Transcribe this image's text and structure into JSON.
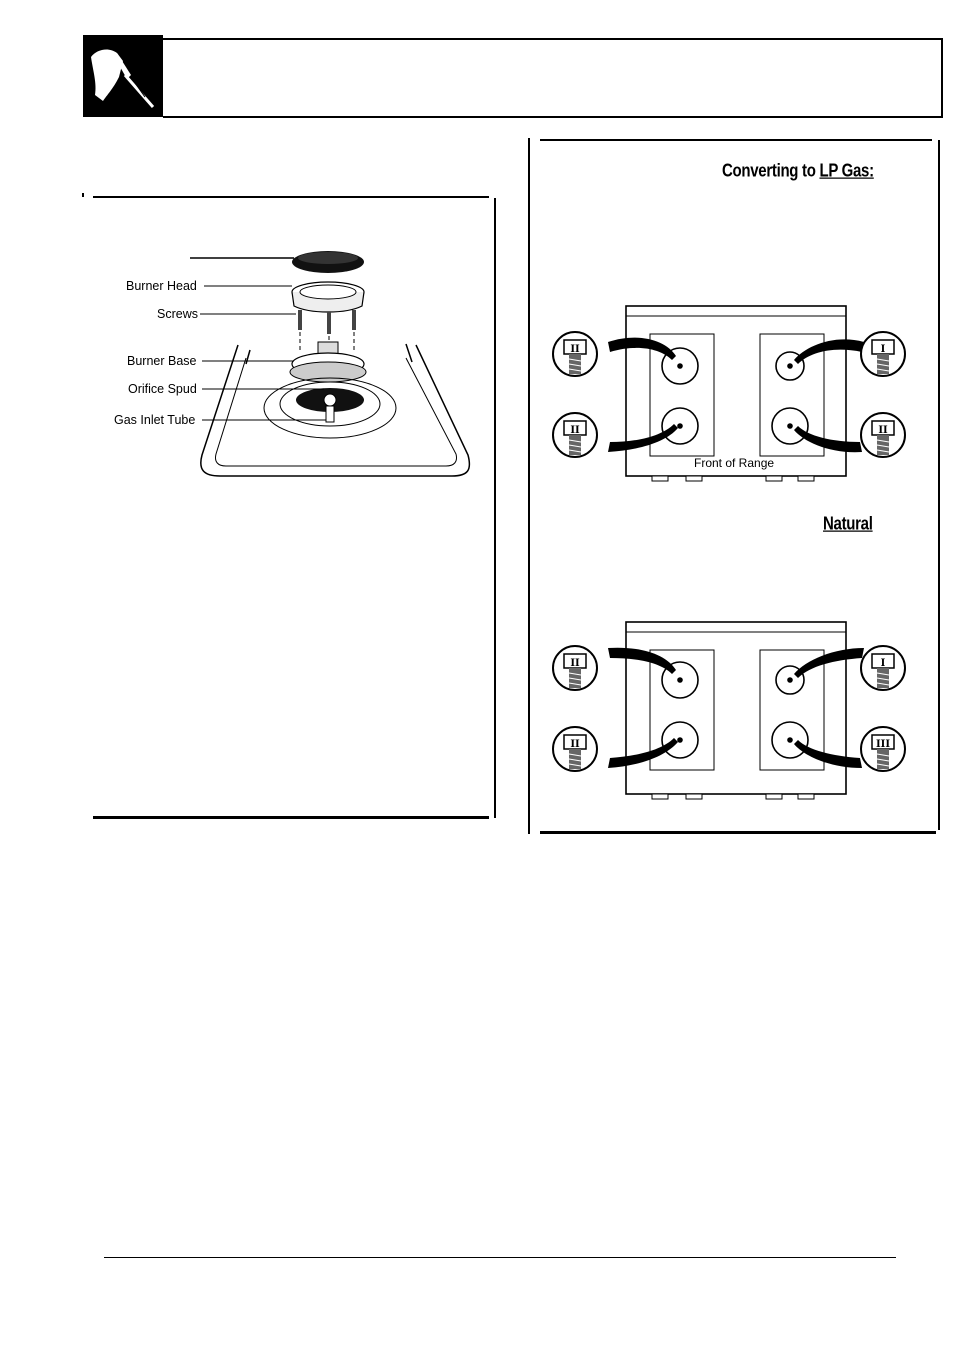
{
  "left_diagram": {
    "labels": {
      "burner_head": "Burner Head",
      "screws": "Screws",
      "burner_base": "Burner Base",
      "orifice_spud": "Orifice Spud",
      "gas_inlet_tube": "Gas Inlet Tube"
    }
  },
  "right_panel": {
    "lp_heading_prefix": "Converting to ",
    "lp_heading_emph": "LP Gas:",
    "front_of_range": "Front of Range",
    "natural_heading": "Natural",
    "lp_orifices": {
      "back_left": "II",
      "front_left": "II",
      "back_right": "I",
      "front_right": "II"
    },
    "natural_orifices": {
      "back_left": "II",
      "front_left": "II",
      "back_right": "I",
      "front_right": "III"
    }
  }
}
